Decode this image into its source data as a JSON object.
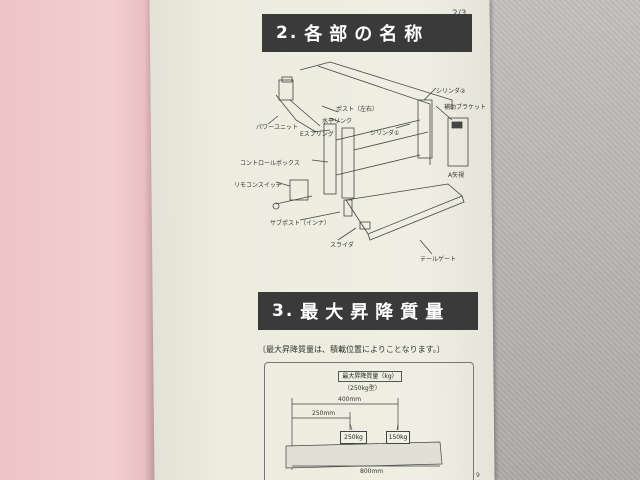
{
  "page": {
    "number": "2/3",
    "corner_page_number": "9"
  },
  "section_parts": {
    "number": "2.",
    "title": "各部の名称",
    "labels": {
      "post": "ポスト（左右）",
      "horizontal_link": "水平リンク",
      "power_unit": "パワーユニット",
      "spring": "Eスプリング",
      "cylinder": "シリンダ①",
      "cylinder_top": "シリンダ②",
      "brace": "補助ブラケット",
      "view_a": "A矢視",
      "control_box": "コントロールボックス",
      "remote_switch": "リモコンスイッチ",
      "sub_post": "サブポスト（インナ）",
      "slider": "スライダ",
      "tail_gate": "テールゲート"
    }
  },
  "section_load": {
    "number": "3.",
    "title": "最大昇降質量",
    "note": "〔最大昇降質量は、積載位置によりことなります。〕",
    "box_title": "最大昇降質量（kg）",
    "box_subtitle": "（250kg型）",
    "weights": [
      "250kg",
      "150kg"
    ],
    "dimensions": [
      "400mm",
      "250mm",
      "800mm"
    ]
  }
}
